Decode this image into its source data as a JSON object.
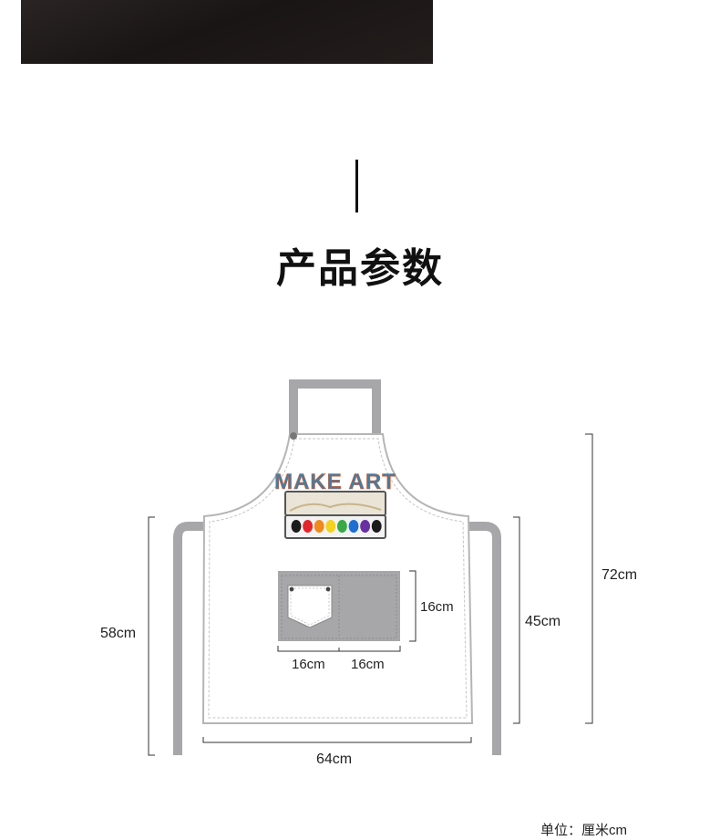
{
  "title": "产品参数",
  "colors": {
    "apron_fill": "#ffffff",
    "apron_outline": "#b5b5b5",
    "strap": "#a7a7a9",
    "pocket": "#a7a7a9",
    "fabric": "#1f1a19",
    "text": "#222222"
  },
  "print": {
    "text": "MAKE ART",
    "paints": [
      "#1b1b1b",
      "#e3242b",
      "#f08a1c",
      "#f4d21f",
      "#39a845",
      "#1e6fd1",
      "#6a2fa3",
      "#1b1b1b"
    ]
  },
  "dimensions": {
    "total_height": "72cm",
    "body_height": "45cm",
    "width": "64cm",
    "side_height": "58cm",
    "pocket_height": "16cm",
    "pocket_left_width": "16cm",
    "pocket_right_width": "16cm"
  },
  "unit_note": "单位：厘米cm"
}
